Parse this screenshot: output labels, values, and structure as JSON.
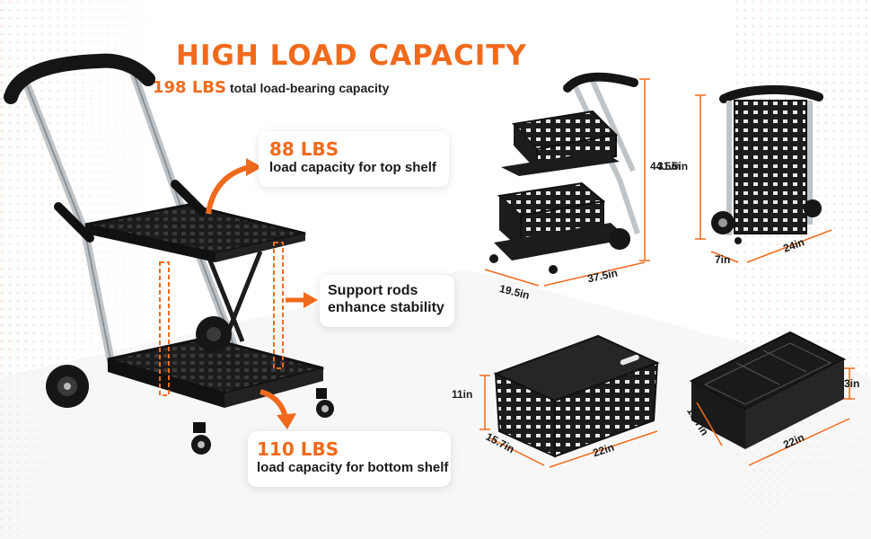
{
  "header": {
    "title": "HIGH LOAD CAPACITY",
    "total_value": "198 LBS",
    "total_text": "total load-bearing capacity"
  },
  "callouts": {
    "top_shelf": {
      "value": "88 LBS",
      "text": "load capacity for top shelf"
    },
    "support": {
      "line1": "Support rods",
      "line2": "enhance stability"
    },
    "bottom_shelf": {
      "value": "110 LBS",
      "text": "load capacity for bottom shelf"
    }
  },
  "dimensions": {
    "cart_height": "44.5in",
    "cart_width": "19.5in",
    "cart_depth": "37.5in",
    "folded_height": "31.5in",
    "folded_depth": "7in",
    "folded_width": "24in",
    "crate_height": "11in",
    "crate_depth": "15.7in",
    "crate_width": "22in",
    "flat_depth": "15.7in",
    "flat_width": "22in",
    "flat_height": "3in"
  },
  "colors": {
    "accent": "#f06a1c",
    "product": "#1c1c1c",
    "frame": "#bfc4c8"
  }
}
